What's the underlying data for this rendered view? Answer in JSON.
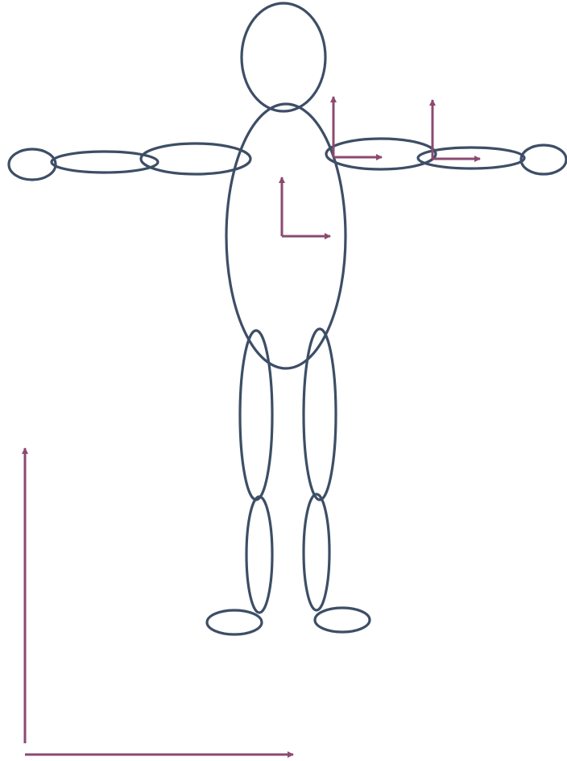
{
  "colors": {
    "body_outline": "#3d4e66",
    "axis": "#8b4a70",
    "background": "#ffffff"
  },
  "figure": {
    "body_segments": [
      "head",
      "torso",
      "right-hand",
      "right-forearm",
      "right-upper-arm",
      "left-upper-arm",
      "left-forearm",
      "left-hand",
      "right-thigh",
      "left-thigh",
      "right-shin",
      "left-shin",
      "right-foot",
      "left-foot"
    ],
    "local_frames": [
      "torso-frame",
      "left-upper-arm-frame",
      "left-forearm-frame"
    ],
    "global_frame": "world-frame"
  }
}
